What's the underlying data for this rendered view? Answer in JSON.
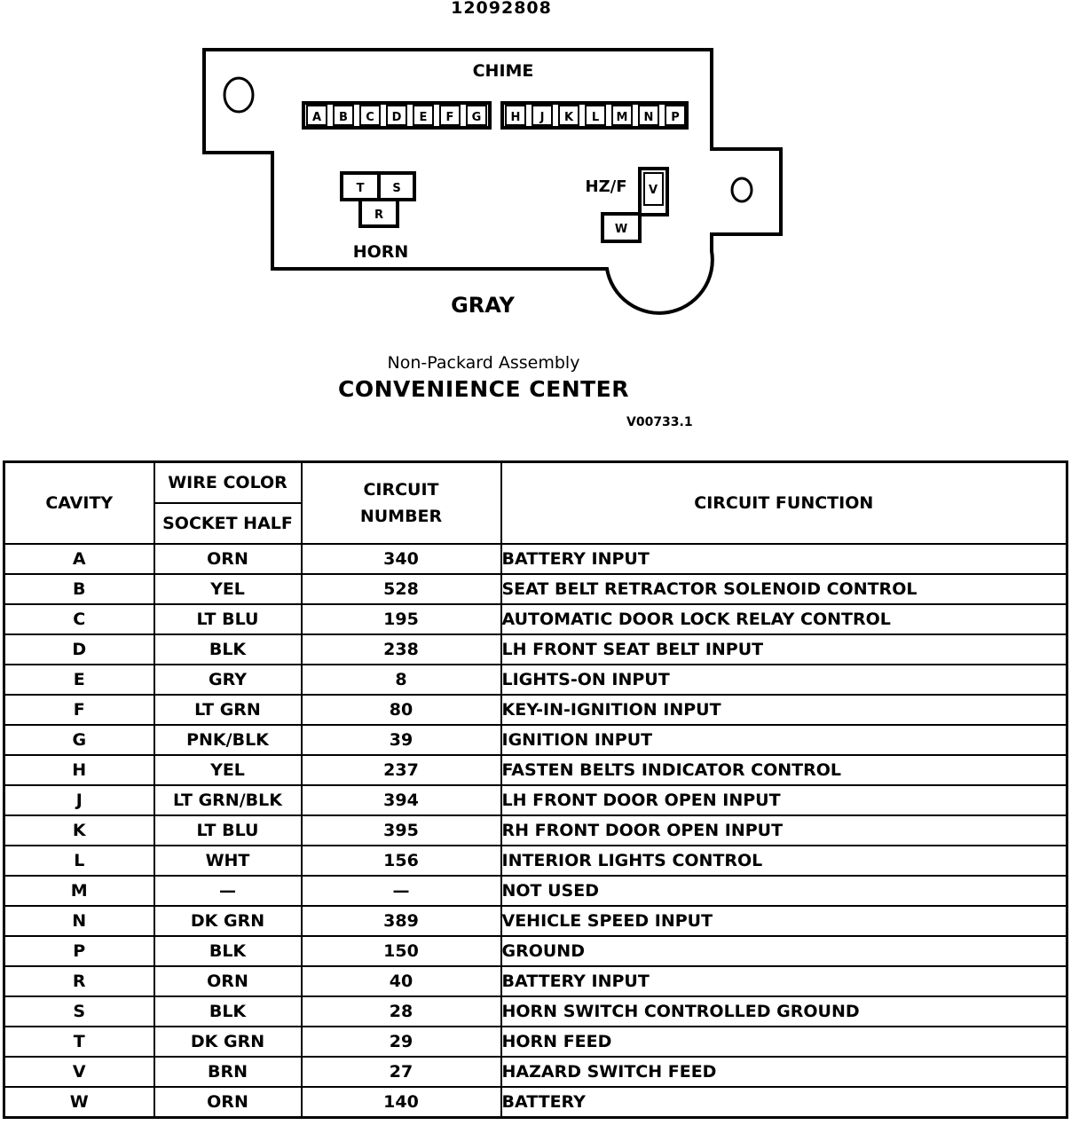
{
  "header": {
    "part_number": "12092808"
  },
  "connector": {
    "color_label": "GRAY",
    "chime_label": "CHIME",
    "horn_label": "HORN",
    "hazard_label": "HZ/F",
    "chime_pins_left": [
      "A",
      "B",
      "C",
      "D",
      "E",
      "F",
      "G"
    ],
    "chime_pins_right": [
      "H",
      "J",
      "K",
      "L",
      "M",
      "N",
      "P"
    ],
    "horn_pins": [
      "T",
      "S",
      "R"
    ],
    "hazard_pins": [
      "V",
      "W"
    ]
  },
  "caption": {
    "subtitle": "Non-Packard Assembly",
    "title": "CONVENIENCE CENTER",
    "figure_id": "V00733.1"
  },
  "table": {
    "headers": {
      "cavity": "CAVITY",
      "wire_color": "WIRE COLOR",
      "socket_half": "SOCKET HALF",
      "circuit_number_line1": "CIRCUIT",
      "circuit_number_line2": "NUMBER",
      "circuit_function": "CIRCUIT FUNCTION"
    },
    "rows": [
      {
        "cavity": "A",
        "wire": "ORN",
        "number": "340",
        "function": "BATTERY INPUT"
      },
      {
        "cavity": "B",
        "wire": "YEL",
        "number": "528",
        "function": "SEAT BELT RETRACTOR SOLENOID CONTROL"
      },
      {
        "cavity": "C",
        "wire": "LT BLU",
        "number": "195",
        "function": "AUTOMATIC DOOR LOCK RELAY CONTROL"
      },
      {
        "cavity": "D",
        "wire": "BLK",
        "number": "238",
        "function": "LH FRONT SEAT BELT INPUT"
      },
      {
        "cavity": "E",
        "wire": "GRY",
        "number": "8",
        "function": "LIGHTS-ON INPUT"
      },
      {
        "cavity": "F",
        "wire": "LT GRN",
        "number": "80",
        "function": "KEY-IN-IGNITION INPUT"
      },
      {
        "cavity": "G",
        "wire": "PNK/BLK",
        "number": "39",
        "function": "IGNITION INPUT"
      },
      {
        "cavity": "H",
        "wire": "YEL",
        "number": "237",
        "function": "FASTEN BELTS INDICATOR CONTROL"
      },
      {
        "cavity": "J",
        "wire": "LT GRN/BLK",
        "number": "394",
        "function": "LH FRONT DOOR OPEN INPUT"
      },
      {
        "cavity": "K",
        "wire": "LT BLU",
        "number": "395",
        "function": "RH FRONT DOOR OPEN INPUT"
      },
      {
        "cavity": "L",
        "wire": "WHT",
        "number": "156",
        "function": "INTERIOR LIGHTS CONTROL"
      },
      {
        "cavity": "M",
        "wire": "—",
        "number": "—",
        "function": "NOT USED"
      },
      {
        "cavity": "N",
        "wire": "DK GRN",
        "number": "389",
        "function": "VEHICLE SPEED INPUT"
      },
      {
        "cavity": "P",
        "wire": "BLK",
        "number": "150",
        "function": "GROUND"
      },
      {
        "cavity": "R",
        "wire": "ORN",
        "number": "40",
        "function": "BATTERY INPUT"
      },
      {
        "cavity": "S",
        "wire": "BLK",
        "number": "28",
        "function": "HORN SWITCH CONTROLLED GROUND"
      },
      {
        "cavity": "T",
        "wire": "DK GRN",
        "number": "29",
        "function": "HORN FEED"
      },
      {
        "cavity": "V",
        "wire": "BRN",
        "number": "27",
        "function": "HAZARD SWITCH FEED"
      },
      {
        "cavity": "W",
        "wire": "ORN",
        "number": "140",
        "function": "BATTERY"
      }
    ]
  }
}
